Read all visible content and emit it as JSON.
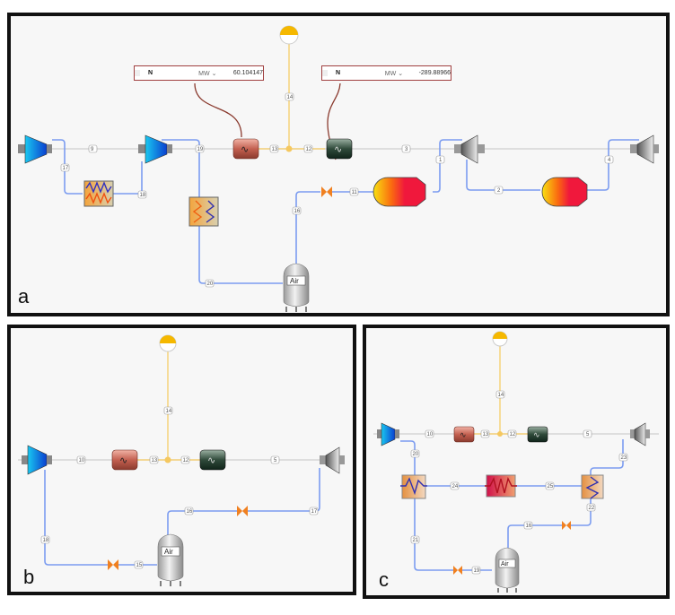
{
  "panels": [
    {
      "id": "a",
      "label": "a"
    },
    {
      "id": "b",
      "label": "b"
    },
    {
      "id": "c",
      "label": "c"
    }
  ],
  "displays": [
    {
      "name": "N",
      "unit": "MW",
      "dropdown": "⌄",
      "value": "60.104147"
    },
    {
      "name": "N",
      "unit": "MW",
      "dropdown": "⌄",
      "value": "-289.88966"
    }
  ],
  "tank_label": "Air",
  "streams_a": [
    "9",
    "17",
    "18",
    "19",
    "13",
    "12",
    "14",
    "3",
    "1",
    "11",
    "16",
    "20",
    "2",
    "4"
  ],
  "streams_b": [
    "10",
    "13",
    "12",
    "14",
    "5",
    "15",
    "16",
    "17",
    "18"
  ],
  "streams_c": [
    "10",
    "13",
    "12",
    "14",
    "5",
    "20",
    "24",
    "25",
    "23",
    "22",
    "16",
    "21",
    "19"
  ],
  "colors": {
    "air_line": "#7b9cf0",
    "shaft_line": "#cfcfcf",
    "power_line": "#f5d27a",
    "border": "#111111",
    "background": "#f7f7f7"
  }
}
